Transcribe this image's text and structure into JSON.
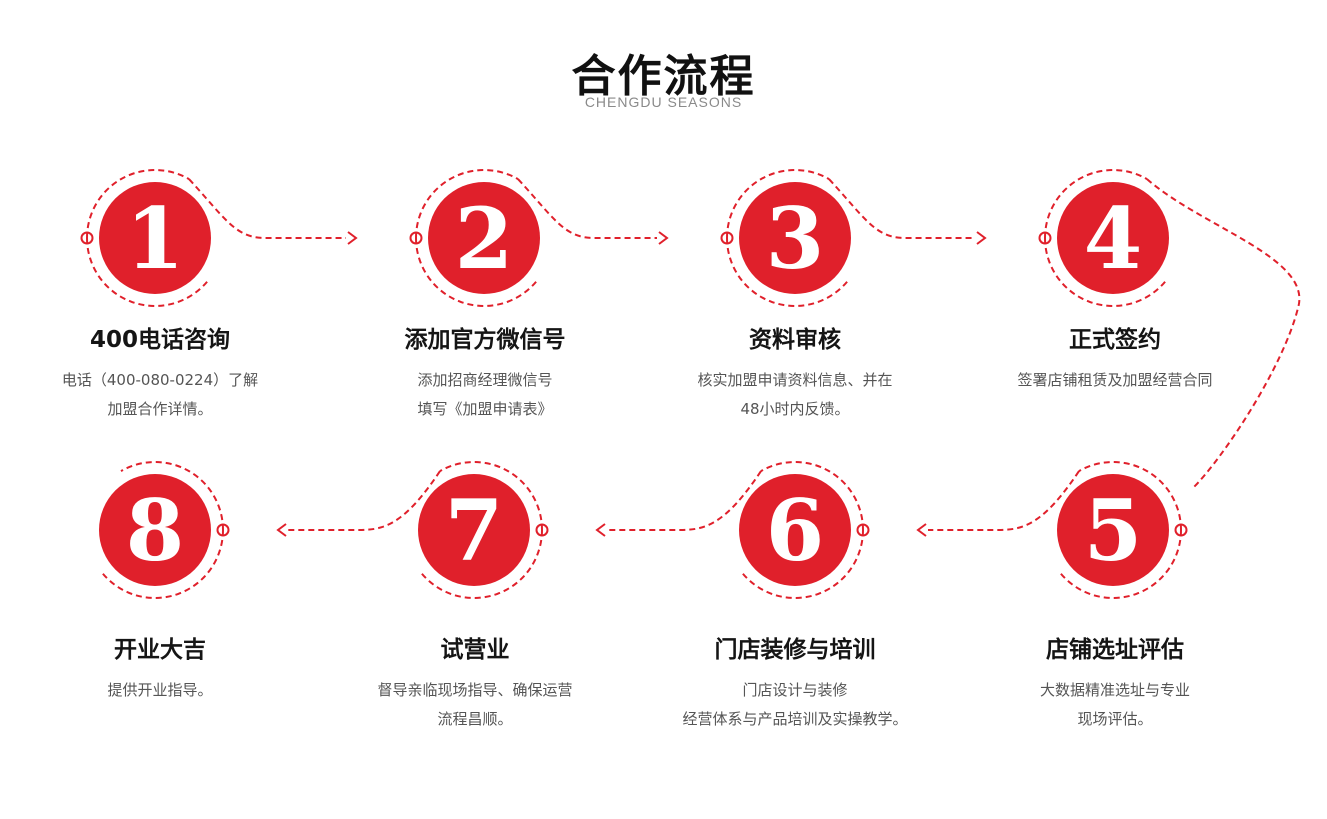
{
  "header": {
    "title": "合作流程",
    "subtitle": "CHENGDU SEASONS"
  },
  "colors": {
    "accent": "#e0202b",
    "title": "#151515",
    "desc": "#555555"
  },
  "steps": [
    {
      "number": "1",
      "title": "400电话咨询",
      "desc": "电话（400-080-0224）了解\n加盟合作详情。"
    },
    {
      "number": "2",
      "title": "添加官方微信号",
      "desc": "添加招商经理微信号\n填写《加盟申请表》"
    },
    {
      "number": "3",
      "title": "资料审核",
      "desc": "核实加盟申请资料信息、并在\n48小时内反馈。"
    },
    {
      "number": "4",
      "title": "正式签约",
      "desc": "签署店铺租赁及加盟经营合同"
    },
    {
      "number": "5",
      "title": "店铺选址评估",
      "desc": "大数据精准选址与专业\n现场评估。"
    },
    {
      "number": "6",
      "title": "门店装修与培训",
      "desc": "门店设计与装修\n经营体系与产品培训及实操教学。"
    },
    {
      "number": "7",
      "title": "试营业",
      "desc": "督导亲临现场指导、确保运营\n流程昌顺。"
    },
    {
      "number": "8",
      "title": "开业大吉",
      "desc": "提供开业指导。"
    }
  ]
}
